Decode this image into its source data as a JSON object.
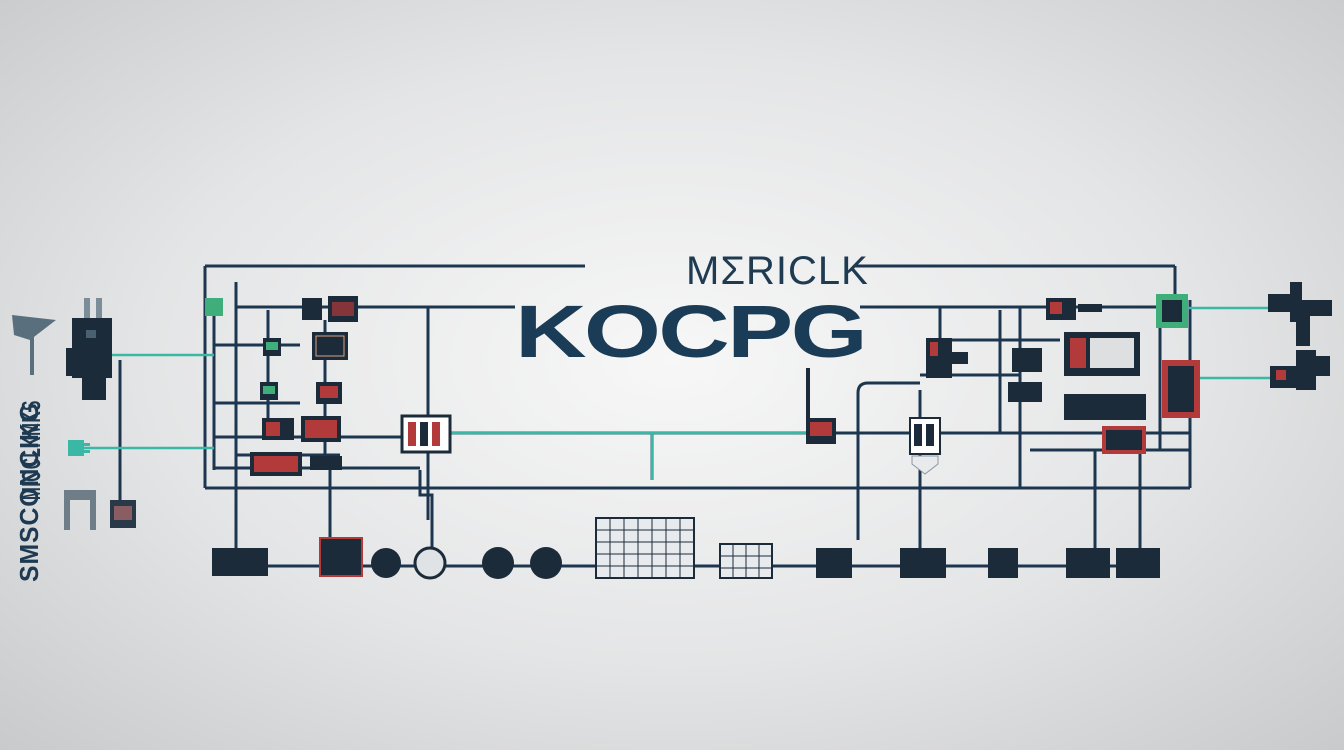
{
  "diagram": {
    "top_label": "MΣRICLK",
    "main_label": "KOCPG",
    "side_label_outer": "SMSCONCIKG",
    "side_label_inner": "MIOCLKMKS"
  },
  "colors": {
    "wire": "#1d3650",
    "accent_wire": "#3bb7a6",
    "device_dark": "#1c2b39",
    "device_red": "#b23a3a",
    "device_green": "#3fae7a",
    "background": "#e6e7e8"
  },
  "icons": [
    "plug-icon",
    "flag-icon",
    "device-icon",
    "relay-icon",
    "motor-icon",
    "panel-icon"
  ]
}
